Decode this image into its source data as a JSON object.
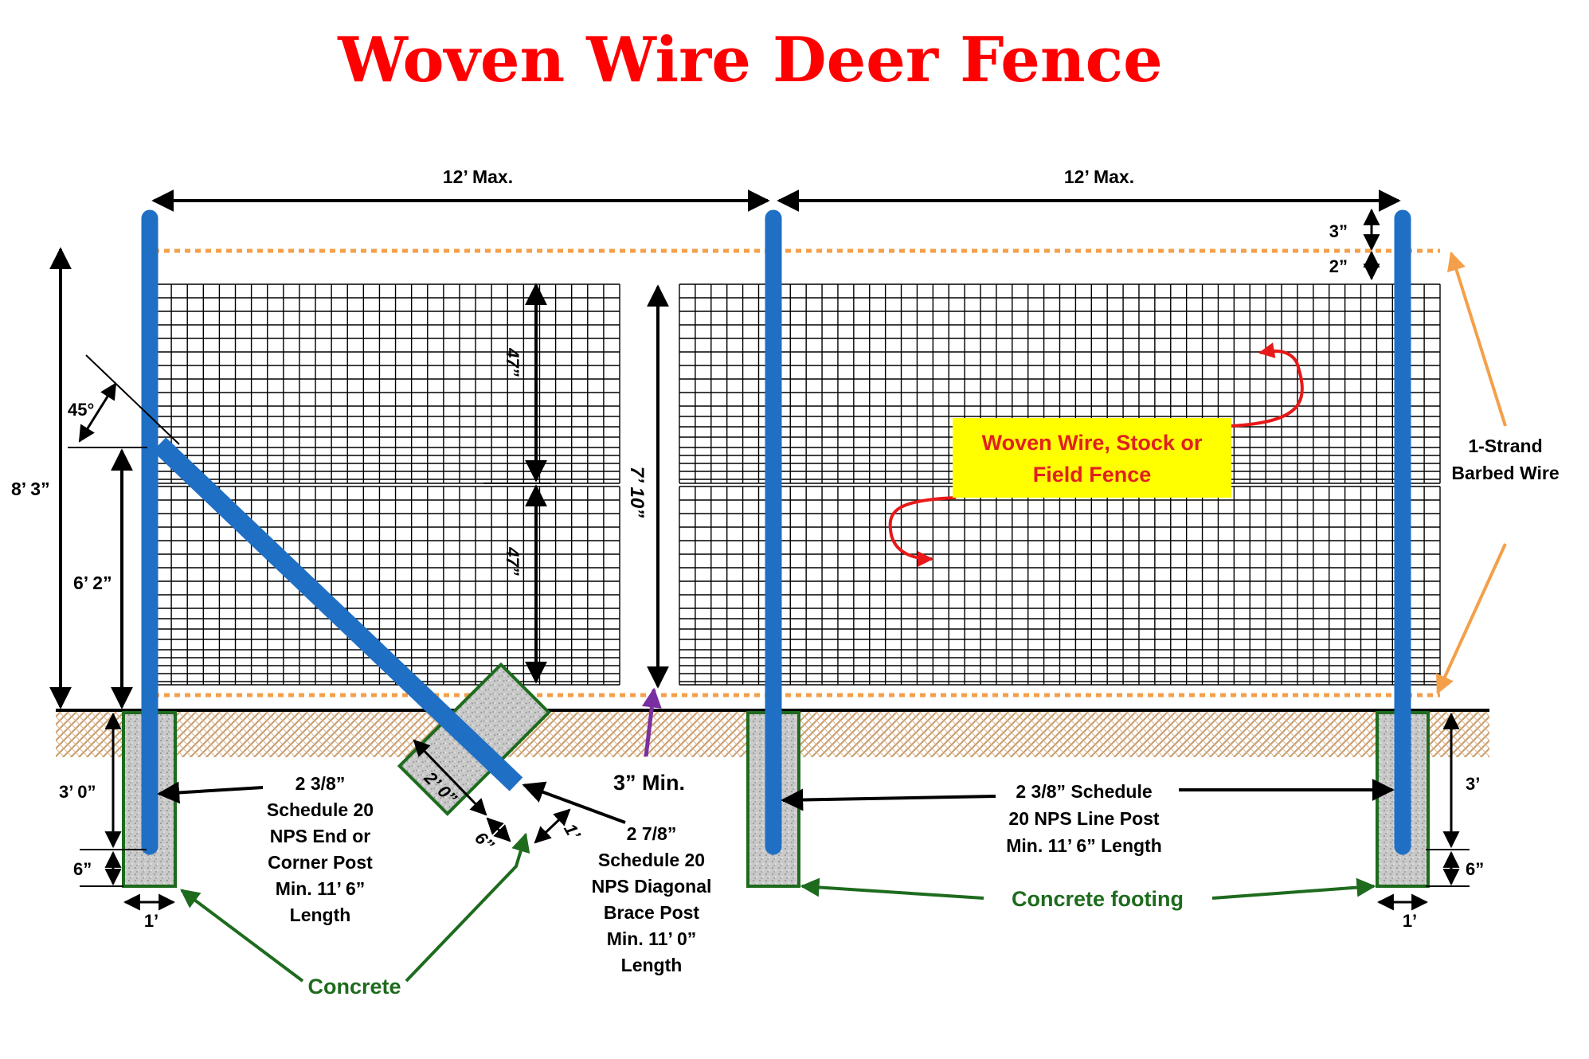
{
  "title": "Woven Wire Deer Fence",
  "dimensions": {
    "span_left": "12’ Max.",
    "span_right": "12’ Max.",
    "top_gap": "3”",
    "barb_gap": "2”",
    "overall_height": "8’ 3”",
    "brace_height": "6’ 2”",
    "brace_angle": "45°",
    "upper_panel": "47”",
    "lower_panel": "47”",
    "wire_height": "7’ 10”",
    "ground_clearance": "3” Min.",
    "left_depth": "3’ 0”",
    "left_base": "6”",
    "left_width": "1’",
    "brace_footing_length": "2’ 0”",
    "brace_footing_base": "6”",
    "brace_footing_width": "1’",
    "right_depth": "3’",
    "right_base": "6”",
    "right_width": "1’"
  },
  "labels": {
    "end_post": [
      "2 3/8”",
      "Schedule 20",
      "NPS End or",
      "Corner Post",
      "Min. 11’ 6”",
      "Length"
    ],
    "brace_post": [
      "2 7/8”",
      "Schedule 20",
      "NPS Diagonal",
      "Brace Post",
      "Min. 11’ 0”",
      "Length"
    ],
    "line_post": [
      "2 3/8” Schedule",
      "20 NPS Line Post",
      "Min. 11’ 6” Length"
    ],
    "woven_wire": [
      "Woven Wire, Stock or",
      "Field Fence"
    ],
    "barbed_wire": [
      "1-Strand",
      "Barbed Wire"
    ],
    "concrete": "Concrete",
    "concrete_footing": "Concrete footing"
  },
  "colors": {
    "title": "#ff0000",
    "post": "#1f6fc5",
    "barbed": "#f4a04a",
    "callout_bg": "#ffff00",
    "callout_text": "#e02020",
    "concrete_border": "#1e6b1e",
    "green_text": "#1e6b1e",
    "purple_arrow": "#7a2fa0",
    "red_arrow": "#e81818",
    "soil": "#c89a68"
  }
}
